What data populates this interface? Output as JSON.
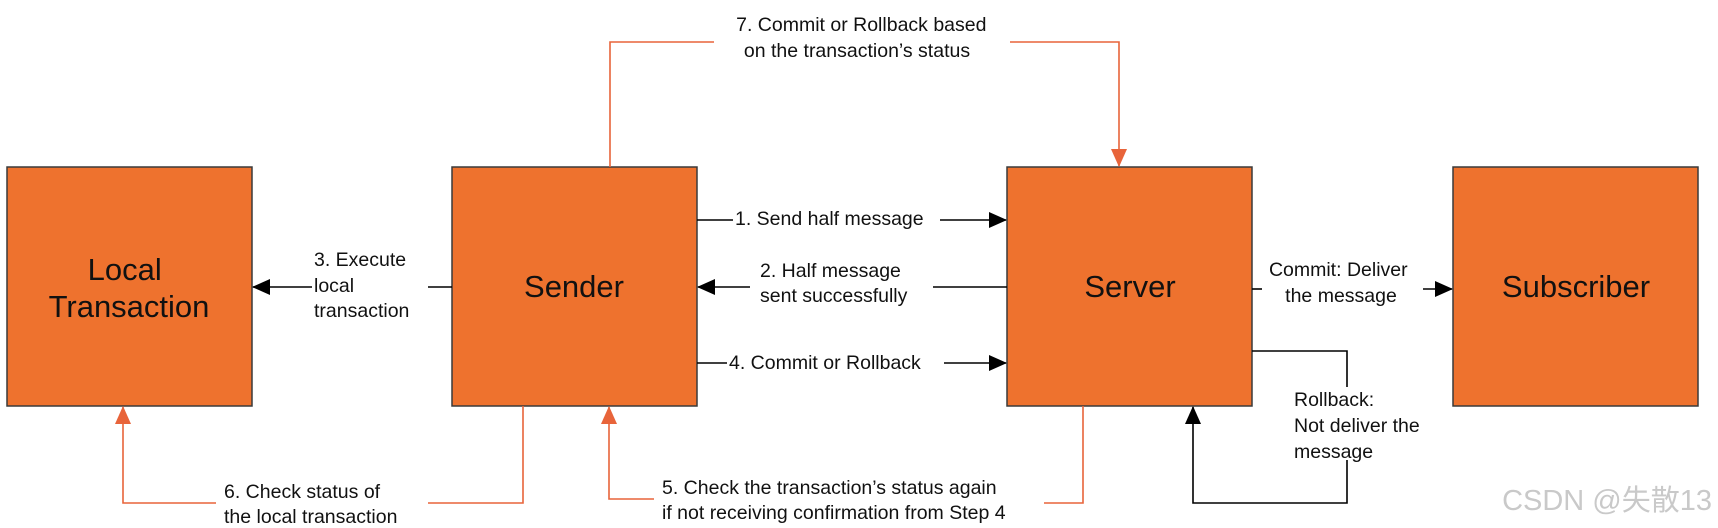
{
  "colors": {
    "box_fill": "#ee722e",
    "box_stroke": "#3a3a3a",
    "arrow_orange": "#e8643a",
    "arrow_black": "#000000",
    "watermark": "#c9c9c9"
  },
  "nodes": {
    "local_transaction": [
      "Local",
      "Transaction"
    ],
    "sender": "Sender",
    "server": "Server",
    "subscriber": "Subscriber"
  },
  "steps": {
    "step1": "1. Send half message",
    "step2": [
      "2. Half message",
      "sent successfully"
    ],
    "step3": [
      "3. Execute",
      "local",
      "transaction"
    ],
    "step4": "4. Commit or Rollback",
    "step5": [
      "5. Check the transaction’s status again",
      "if not receiving confirmation from Step 4"
    ],
    "step6": [
      "6. Check status of",
      "the local transaction"
    ],
    "step7": [
      "7. Commit or Rollback based",
      "on the transaction’s status"
    ],
    "commit": [
      "Commit: Deliver",
      "the message"
    ],
    "rollback": [
      "Rollback:",
      "Not deliver the",
      "message"
    ]
  },
  "watermark": "CSDN @失散13"
}
